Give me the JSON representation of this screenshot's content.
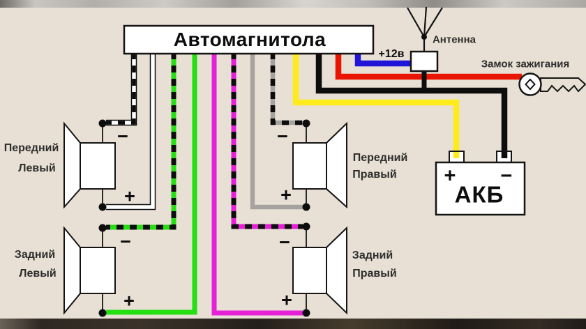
{
  "diagram": {
    "title": "Автомагнитола",
    "antenna_label": "Антенна",
    "antenna_power_label": "+12в",
    "ignition_label": "Замок зажигания",
    "battery": {
      "name": "АКБ",
      "plus": "+",
      "minus": "−"
    },
    "terminal_signs": {
      "plus": "+",
      "minus": "−"
    },
    "speakers": [
      {
        "id": "front-left",
        "line1": "Передний",
        "line2": "Левый"
      },
      {
        "id": "front-right",
        "line1": "Передний",
        "line2": "Правый"
      },
      {
        "id": "rear-left",
        "line1": "Задний",
        "line2": "Левый"
      },
      {
        "id": "rear-right",
        "line1": "Задний",
        "line2": "Правый"
      }
    ],
    "wires": [
      {
        "id": "front-left-minus",
        "color_name": "white-black-stripe",
        "terminal": "−",
        "speaker": "Передний Левый"
      },
      {
        "id": "front-left-plus",
        "color_name": "white",
        "terminal": "+",
        "speaker": "Передний Левый"
      },
      {
        "id": "rear-left-minus",
        "color_name": "green-black-stripe",
        "terminal": "−",
        "speaker": "Задний Левый"
      },
      {
        "id": "rear-left-plus",
        "color_name": "green",
        "terminal": "+",
        "speaker": "Задний Левый"
      },
      {
        "id": "rear-right-plus",
        "color_name": "magenta",
        "terminal": "+",
        "speaker": "Задний Правый"
      },
      {
        "id": "rear-right-minus",
        "color_name": "magenta-black-stripe",
        "terminal": "−",
        "speaker": "Задний Правый"
      },
      {
        "id": "front-right-plus",
        "color_name": "gray",
        "terminal": "+",
        "speaker": "Передний Правый"
      },
      {
        "id": "front-right-minus",
        "color_name": "gray-black-stripe",
        "terminal": "−",
        "speaker": "Передний Правый"
      },
      {
        "id": "memory-power",
        "color_name": "yellow",
        "to": "АКБ +"
      },
      {
        "id": "ground",
        "color_name": "black",
        "to": "АКБ −"
      },
      {
        "id": "acc-power",
        "color_name": "red",
        "to": "Замок зажигания"
      },
      {
        "id": "antenna-power",
        "color_name": "blue",
        "to": "Антенна +12в"
      }
    ],
    "colors": {
      "background": "#e8e0d4",
      "outline": "#141414",
      "wire_white": "#ffffff",
      "wire_black": "#0d0d0d",
      "wire_green": "#26df12",
      "wire_magenta": "#e520d6",
      "wire_gray": "#a6a39e",
      "wire_yellow": "#fdeb1d",
      "wire_red": "#e91500",
      "wire_blue": "#1f14d8"
    }
  }
}
